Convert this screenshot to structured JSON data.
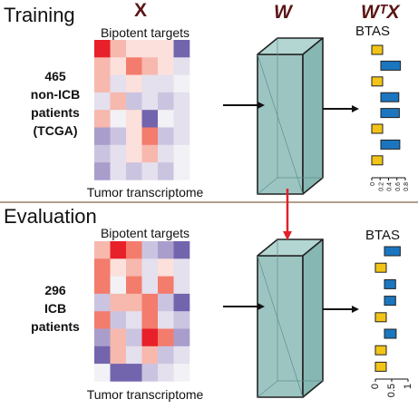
{
  "columns": {
    "x_label": "X",
    "w_label": "W",
    "wtx_label": "WᵀX"
  },
  "colors": {
    "heatmap_palette": {
      "1": "#e8202a",
      "2": "#f37c6c",
      "3": "#f7b8ae",
      "4": "#fbe0db",
      "0": "#f2f1f5",
      "-1": "#e4e0ee",
      "-2": "#cbc4e0",
      "-3": "#a99dcc",
      "-4": "#7265ad"
    },
    "box_face": "#9cc5c2",
    "box_edge": "#222222",
    "bar_yellow": "#f2c418",
    "bar_blue": "#1b76bf",
    "red_arrow": "#e3202a",
    "divider": "#b3a08c"
  },
  "sections": [
    {
      "key": "training",
      "title": "Training",
      "heatmap_title": "Bipotent targets",
      "heatmap_caption": "Tumor transcriptome",
      "group_lines": [
        "465",
        "non-ICB",
        "patients",
        "(TCGA)"
      ],
      "score_label": "BTAS",
      "axis_ticks": [
        "0",
        "0.2",
        "0.4",
        "0.6",
        "0.8"
      ],
      "axis_max": 0.8,
      "heatmap": [
        [
          1,
          3,
          4,
          4,
          4,
          -4
        ],
        [
          3,
          4,
          2,
          3,
          4,
          -1
        ],
        [
          3,
          -1,
          4,
          -1,
          -1,
          0
        ],
        [
          -1,
          3,
          -2,
          -1,
          -2,
          -1
        ],
        [
          3,
          0,
          4,
          -4,
          0,
          -1
        ],
        [
          -3,
          -2,
          4,
          2,
          -2,
          -1
        ],
        [
          -2,
          -1,
          4,
          3,
          -1,
          0
        ],
        [
          -3,
          -1,
          -2,
          -1,
          -2,
          0
        ]
      ],
      "bars": [
        {
          "value": 0.28,
          "color": "yellow"
        },
        {
          "value": 0.85,
          "color": "blue"
        },
        {
          "value": 0.32,
          "color": "yellow"
        },
        {
          "value": 0.78,
          "color": "blue"
        },
        {
          "value": 0.8,
          "color": "blue"
        },
        {
          "value": 0.25,
          "color": "yellow"
        },
        {
          "value": 0.82,
          "color": "blue"
        },
        {
          "value": 0.3,
          "color": "yellow"
        }
      ]
    },
    {
      "key": "evaluation",
      "title": "Evaluation",
      "heatmap_title": "Bipotent targets",
      "heatmap_caption": "Tumor transcriptome",
      "group_lines": [
        "296",
        "ICB",
        "patients"
      ],
      "score_label": "BTAS",
      "axis_ticks": [
        "0",
        "0.5",
        "1"
      ],
      "axis_max": 1.0,
      "heatmap": [
        [
          3,
          1,
          2,
          -2,
          -3,
          -4
        ],
        [
          2,
          4,
          3,
          -1,
          4,
          -1
        ],
        [
          2,
          0,
          2,
          -1,
          2,
          -1
        ],
        [
          -2,
          3,
          3,
          2,
          -2,
          -4
        ],
        [
          2,
          -2,
          -1,
          2,
          -1,
          -2
        ],
        [
          -3,
          3,
          -2,
          1,
          2,
          -3
        ],
        [
          -4,
          3,
          -1,
          3,
          -2,
          -1
        ],
        [
          0,
          -4,
          -4,
          -2,
          -1,
          0
        ]
      ],
      "bars": [
        {
          "value": 0.88,
          "color": "blue"
        },
        {
          "value": 0.38,
          "color": "yellow"
        },
        {
          "value": 0.62,
          "color": "blue"
        },
        {
          "value": 0.62,
          "color": "blue"
        },
        {
          "value": 0.35,
          "color": "yellow"
        },
        {
          "value": 0.65,
          "color": "blue"
        },
        {
          "value": 0.4,
          "color": "yellow"
        },
        {
          "value": 0.35,
          "color": "yellow"
        }
      ]
    }
  ]
}
